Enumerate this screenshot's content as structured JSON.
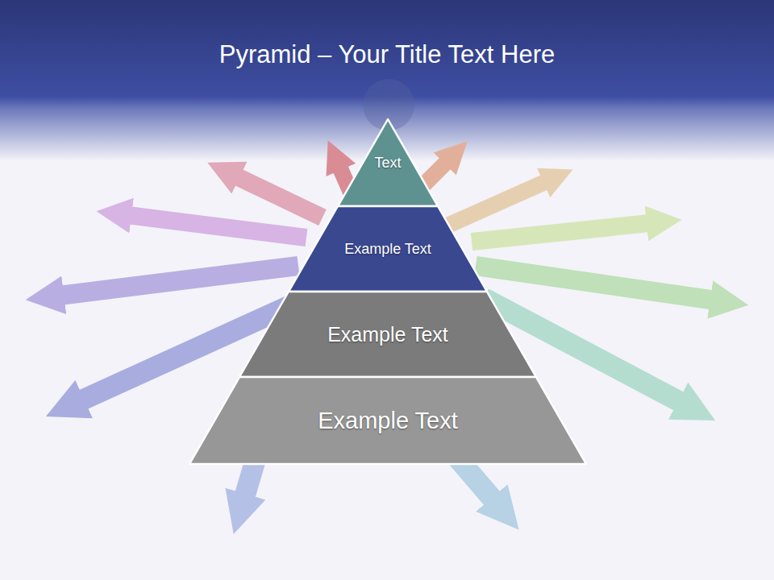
{
  "diagram": {
    "title": "Pyramid – Your Title Text Here",
    "nodes": [
      {
        "text": [
          "Text"
        ]
      },
      {
        "text": [
          "Example Text"
        ]
      },
      {
        "text": [
          "Example Text"
        ]
      },
      {
        "text": [
          "Example Text"
        ]
      }
    ]
  }
}
